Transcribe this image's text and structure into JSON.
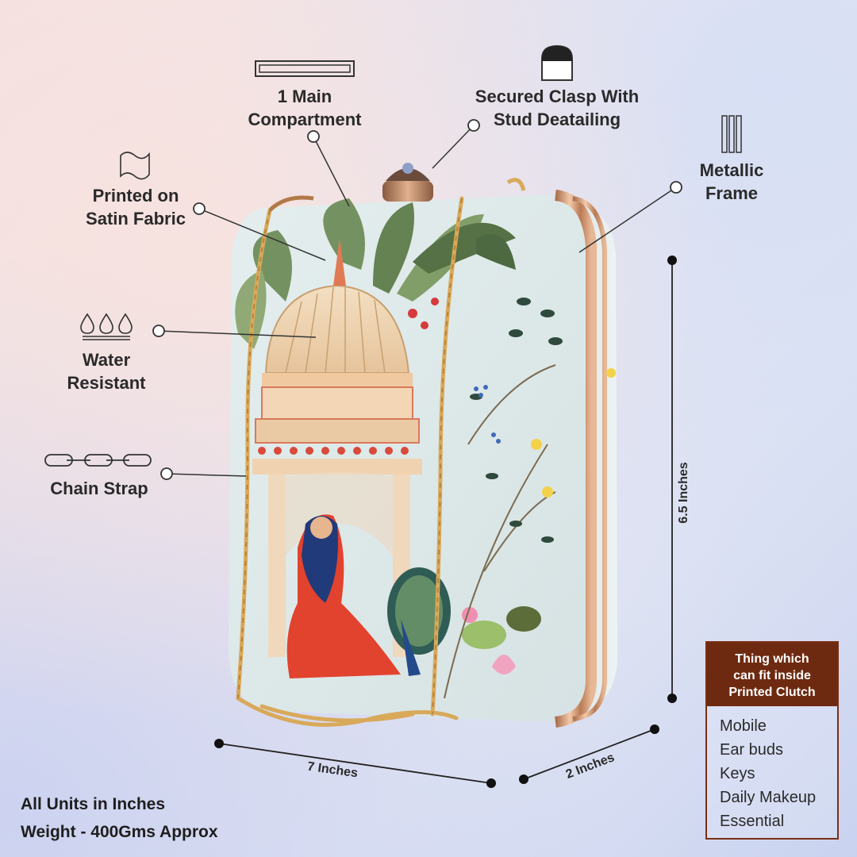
{
  "features": {
    "main_compartment": "1 Main\nCompartment",
    "secured_clasp": "Secured Clasp With\nStud Deatailing",
    "metallic_frame": "Metallic\nFrame",
    "printed_fabric": "Printed on\nSatin Fabric",
    "water_resistant": "Water\nResistant",
    "chain_strap": "Chain Strap"
  },
  "dimensions": {
    "height": "6.5 Inches",
    "width": "7 Inches",
    "depth": "2 Inches"
  },
  "footer": {
    "units": "All Units in Inches",
    "weight": "Weight - 400Gms Approx"
  },
  "fits_inside": {
    "title": "Thing which\ncan fit inside\nPrinted Clutch",
    "items": [
      "Mobile",
      "Ear buds",
      "Keys",
      "Daily Makeup",
      "Essential"
    ]
  },
  "colors": {
    "box_header": "#6e2a10",
    "frame_gold": "#c8906a",
    "clutch_base": "#dfe9ea"
  }
}
